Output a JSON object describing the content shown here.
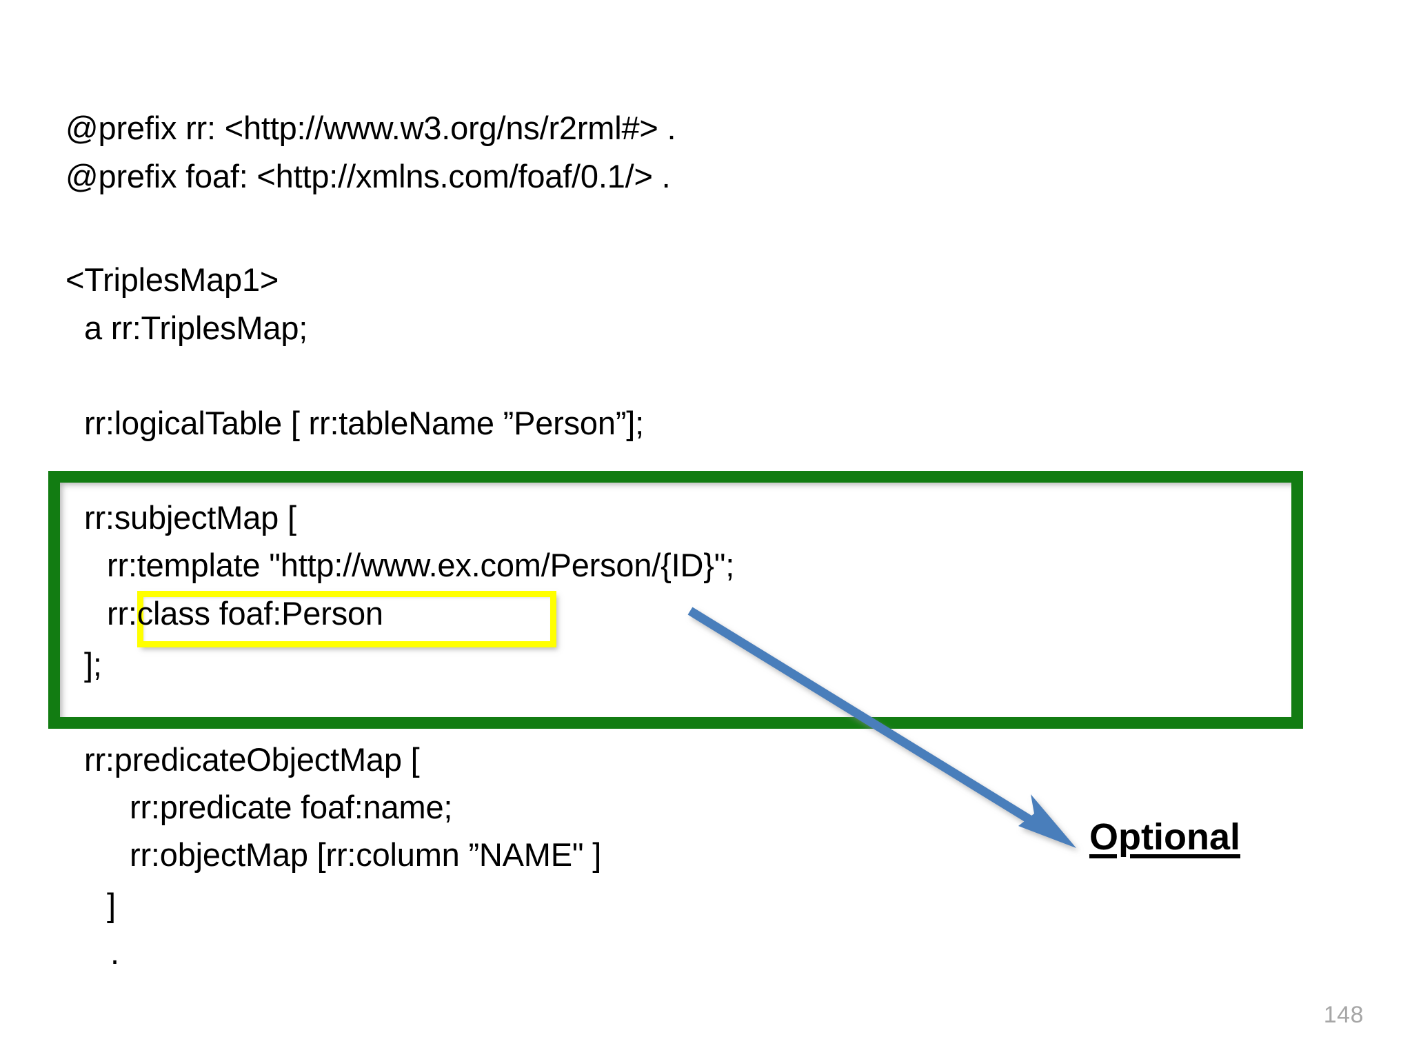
{
  "slide": {
    "number": "148",
    "background_color": "#ffffff"
  },
  "code": {
    "prefixes": [
      "@prefix rr: <http://www.w3.org/ns/r2rml#> .",
      "@prefix foaf: <http://xmlns.com/foaf/0.1/> ."
    ],
    "triples_map": [
      "<TriplesMap1>",
      "a rr:TriplesMap;"
    ],
    "logical_table": [
      "rr:logicalTable [ rr:tableName ”Person”];"
    ],
    "subject_map": [
      "rr:subjectMap [",
      "rr:template \"http://www.ex.com/Person/{ID}\";",
      "rr:class foaf:Person",
      "];"
    ],
    "predicate_object_map": [
      "rr:predicateObjectMap [",
      "rr:predicate foaf:name;",
      "rr:objectMap [rr:column ”NAME\" ]",
      "]",
      "."
    ]
  },
  "annotations": {
    "optional_label": "Optional",
    "green_box_color": "#127c12",
    "yellow_box_color": "#ffff00",
    "arrow_color": "#4a7ebb"
  }
}
